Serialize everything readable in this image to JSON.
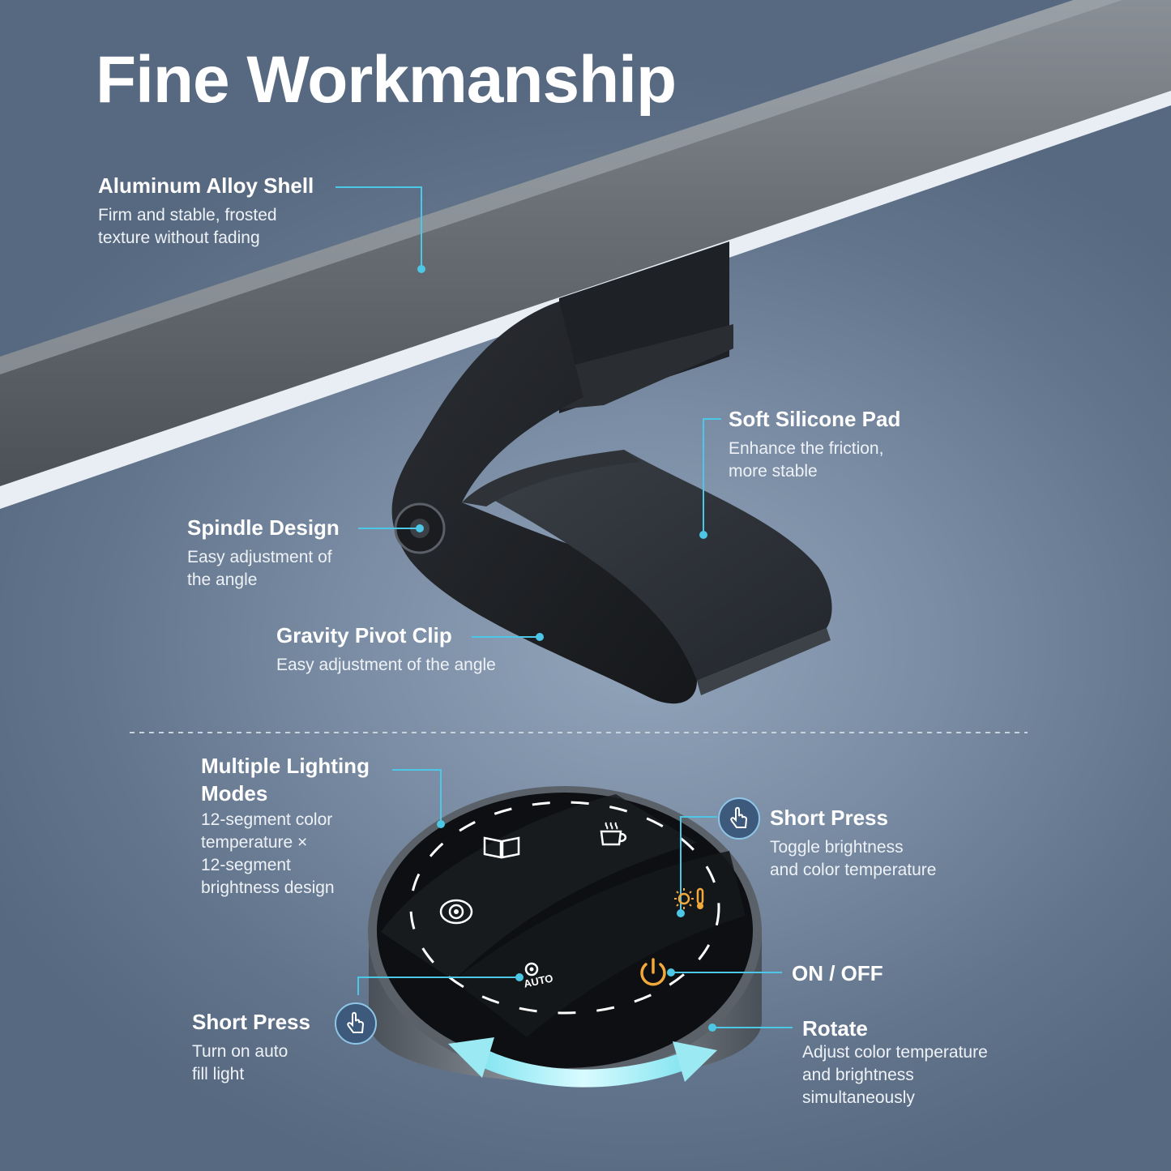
{
  "title": "Fine Workmanship",
  "features": {
    "aluminum": {
      "heading": "Aluminum Alloy Shell",
      "lines": [
        "Firm and stable, frosted",
        "texture without fading"
      ]
    },
    "silicone": {
      "heading": "Soft Silicone Pad",
      "lines": [
        "Enhance the friction,",
        "more stable"
      ]
    },
    "spindle": {
      "heading": "Spindle Design",
      "lines": [
        "Easy adjustment of",
        "the angle"
      ]
    },
    "gravity": {
      "heading": "Gravity Pivot Clip",
      "lines": [
        "Easy adjustment of the angle"
      ]
    },
    "modes": {
      "heading_lines": [
        "Multiple Lighting",
        "Modes"
      ],
      "lines": [
        "12-segment color",
        "temperature ×",
        "12-segment",
        "brightness design"
      ]
    },
    "short_press_right": {
      "heading": "Short Press",
      "lines": [
        "Toggle brightness",
        "and color temperature"
      ]
    },
    "on_off": {
      "heading": "ON / OFF"
    },
    "short_press_left": {
      "heading": "Short Press",
      "lines": [
        "Turn on auto",
        "fill light"
      ]
    },
    "rotate": {
      "heading": "Rotate",
      "lines": [
        "Adjust color temperature",
        "and brightness",
        "simultaneously"
      ]
    }
  },
  "controller": {
    "auto_label": "AUTO"
  },
  "icons": [
    "book-icon",
    "coffee-icon",
    "eye-care-icon",
    "auto-fill-light-icon",
    "brightness-temperature-icon",
    "power-icon",
    "hand-press-icon",
    "rotate-arrow-icon"
  ],
  "colors": {
    "accent_cyan": "#4cc7e6",
    "amber": "#f2a93b",
    "text": "#ffffff"
  }
}
